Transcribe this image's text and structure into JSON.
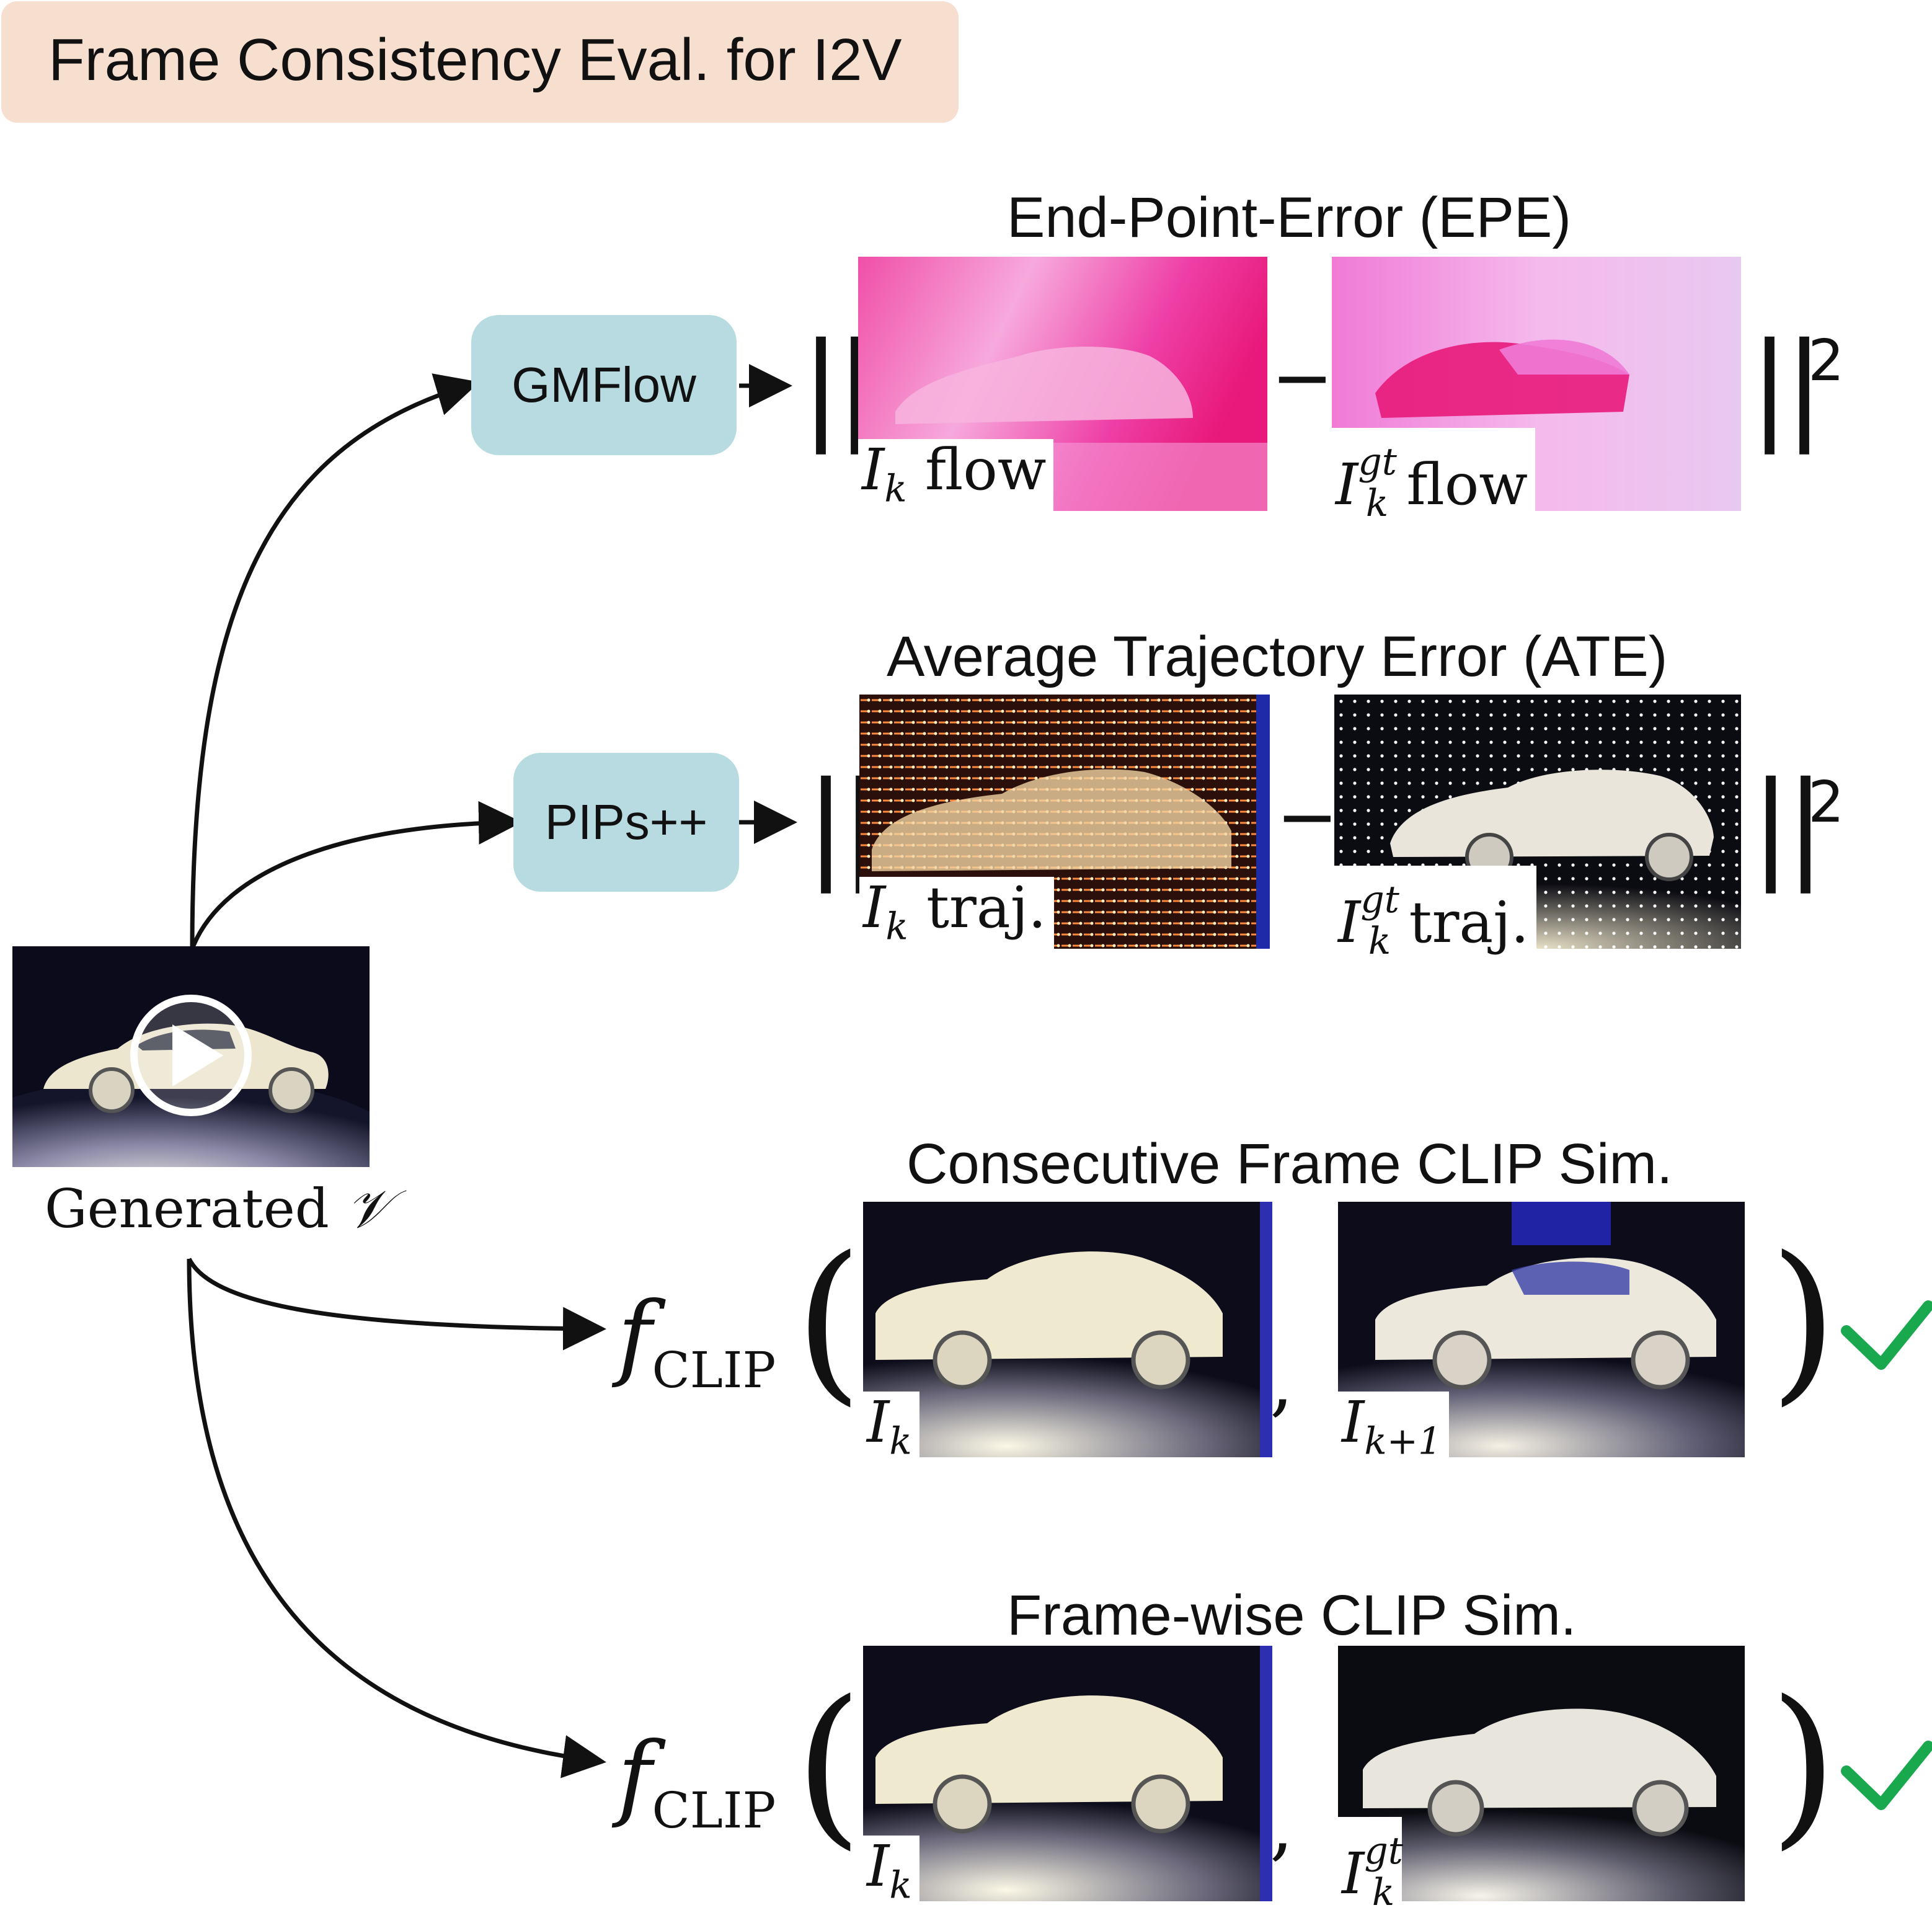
{
  "header": {
    "title": "Frame Consistency Eval. for I2V"
  },
  "modules": {
    "gmflow": "GMFlow",
    "pips": "PIPs++"
  },
  "sections": {
    "epe": {
      "title": "End-Point-Error (EPE)",
      "left_label_sym": "I",
      "left_label_sub": "k",
      "left_label_text": "flow",
      "right_label_sym": "I",
      "right_label_sup": "gt",
      "right_label_sub": "k",
      "right_label_text": "flow",
      "minus": "−",
      "norm_open": "||",
      "norm_close": "||",
      "power": "2"
    },
    "ate": {
      "title": "Average Trajectory Error (ATE)",
      "left_label_sym": "I",
      "left_label_sub": "k",
      "left_label_text": "traj.",
      "right_label_sym": "I",
      "right_label_sup": "gt",
      "right_label_sub": "k",
      "right_label_text": "traj.",
      "minus": "−",
      "norm_open": "||",
      "norm_close": "||",
      "power": "2"
    },
    "consecutive": {
      "title": "Consecutive Frame CLIP Sim.",
      "f": "f",
      "f_sub": "CLIP",
      "left_label_sym": "I",
      "left_label_sub": "k",
      "right_label_sym": "I",
      "right_label_sub": "k+1",
      "paren_open": "(",
      "paren_close": ")",
      "comma": ","
    },
    "framewise": {
      "title": "Frame-wise CLIP Sim.",
      "f": "f",
      "f_sub": "CLIP",
      "left_label_sym": "I",
      "left_label_sub": "k",
      "right_label_sym": "I",
      "right_label_sup": "gt",
      "right_label_sub": "k",
      "paren_open": "(",
      "paren_close": ")",
      "comma": ","
    }
  },
  "video": {
    "caption_prefix": "Generated",
    "caption_symbol": "𝒱"
  },
  "colors": {
    "header_bg": "#f7dfd0",
    "module_bg": "#b7dbe0",
    "check": "#1aa84f",
    "flow_pink": "#f27ad0",
    "flow_magenta": "#e8197a"
  },
  "icons": {
    "play": "play-icon",
    "check": "checkmark-icon"
  }
}
